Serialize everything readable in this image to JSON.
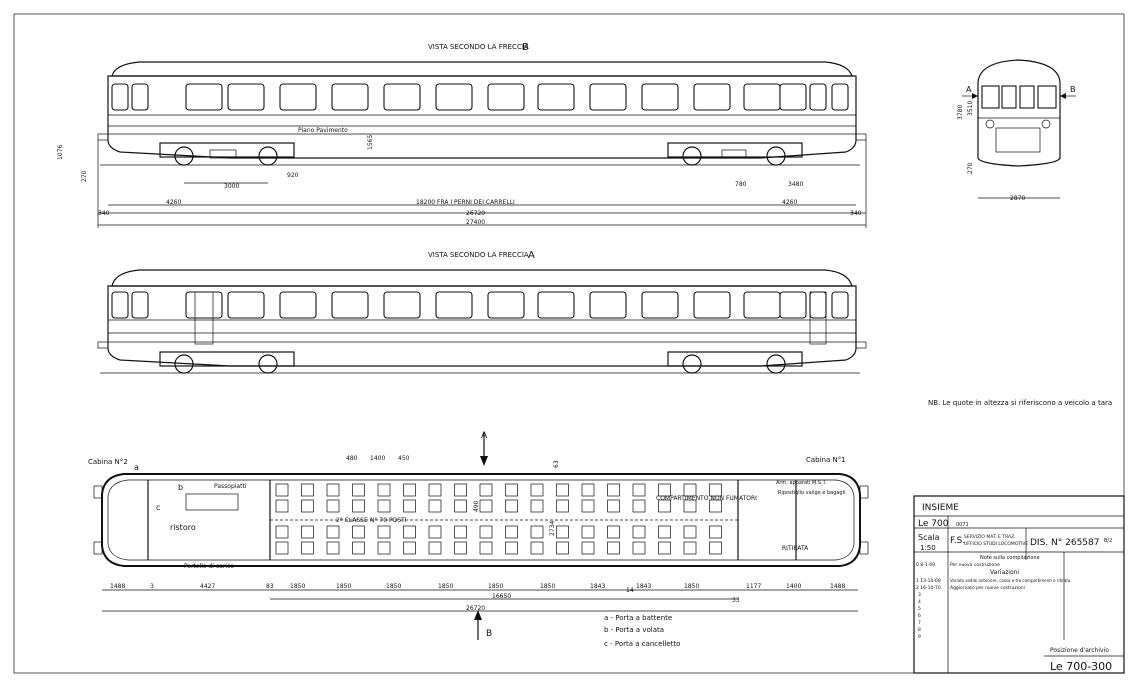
{
  "views": {
    "view_b_title": "VISTA SECONDO LA FRECCIA",
    "view_b_letter": "B",
    "view_a_title": "VISTA SECONDO LA FRECCIA",
    "view_a_letter": "A",
    "floor_label": "Piano Pavimento"
  },
  "side_dims": {
    "d_1076": "1076",
    "d_270": "270",
    "d_1565": "1565",
    "d_3000": "3000",
    "d_920": "920",
    "d_780": "780",
    "d_3480": "3480",
    "d_4260_left": "4260",
    "d_pivot": "18200 FRA I PERNI DEI CARRELLI",
    "d_4260_right": "4260",
    "d_340_left": "340",
    "d_26720": "26720",
    "d_340_right": "340",
    "d_27400": "27400"
  },
  "front_view": {
    "arrow_a": "A",
    "arrow_b": "B",
    "d_3780": "3780",
    "d_3510": "3510",
    "d_270": "270",
    "d_2870": "2870"
  },
  "note": "NB. Le quote in altezza si riferiscono a veicolo a tara",
  "plan": {
    "cab2": "Cabina N°2",
    "cab1": "Cabina N°1",
    "section_a": "A",
    "section_b": "B",
    "passo_label": "Passopiatti",
    "ristoro": "ristoro",
    "portello": "Portello di carico",
    "class_label": "2ª CLASSE",
    "seats": "N° 70 POSTI",
    "compartment": "COMPARTIMENTO NON FUMATORI",
    "arm": "Arm. apparati M.S.T.",
    "armadio": "Ripostiglio valige e bagagli",
    "ritirata": "RITIRATA",
    "dim_480": "480",
    "dim_1400": "1400",
    "dim_450": "450",
    "dim_2734": "2734",
    "dim_63": "63",
    "dim_490": "490",
    "door_a": "a",
    "door_b": "b",
    "door_c": "c",
    "bottom_dims": [
      "1488",
      "3",
      "4427",
      "83",
      "1850",
      "1850",
      "1850",
      "1850",
      "1850",
      "1850",
      "1843",
      "1843",
      "1850",
      "1177",
      "1400",
      "1488"
    ],
    "dim_16650": "16650",
    "dim_26720": "26720",
    "dim_14": "14",
    "dim_33": "33"
  },
  "legend": {
    "a": "a - Porta a battente",
    "b": "b - Porta a volata",
    "c": "c - Porta a cancelletto"
  },
  "title_block": {
    "insieme": "INSIEME",
    "le700": "Le 700",
    "code": "0071",
    "scala_label": "Scala",
    "scala_value": "1:50",
    "fs": "F.S.",
    "office": "SERVIZIO MAT. E TRAZ.",
    "office2": "UFFICIO STUDI LOCOMOTIVE",
    "dis": "DIS. N° 265587",
    "dis_suffix": "B/2",
    "note_col": "Note sulla compilazione",
    "row0_date": "0  8-1-69",
    "row0": "Per nuova costruzione",
    "variazioni": "Variazioni",
    "row1_date": "1  13-10-69",
    "row1": "Variato sedile anteriore, cassa e tra compartimenti e ritirata",
    "row2_date": "2  16-10-70",
    "row2": "Aggiornato per nuove costruzioni",
    "nums": [
      "3",
      "4",
      "5",
      "6",
      "7",
      "8",
      "9"
    ],
    "posizione": "Posizione d'archivio",
    "archive": "Le 700-300"
  }
}
